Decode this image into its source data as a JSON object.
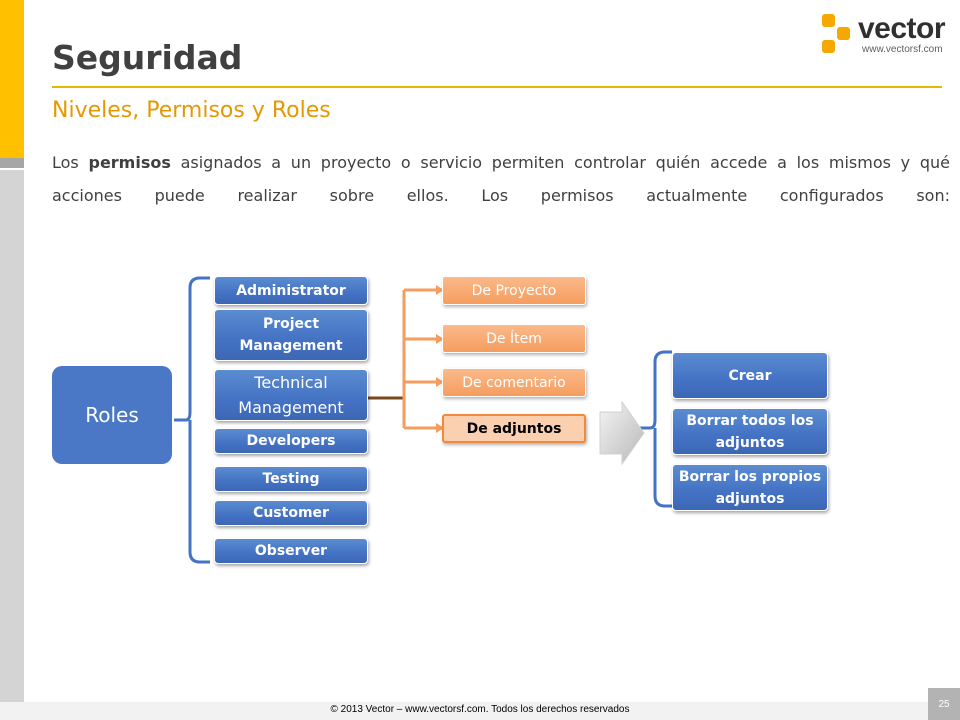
{
  "slide": {
    "title": "Seguridad",
    "subtitle": "Niveles, Permisos y Roles",
    "paragraph": {
      "part1": "Los ",
      "bold": "permisos",
      "part2": " asignados a un proyecto o servicio permiten controlar quién accede a los mismos y qué acciones puede realizar sobre ellos. Los permisos actualmente configurados son:"
    },
    "logo": {
      "word": "vector",
      "url": "www.vectorsf.com"
    },
    "footer": "© 2013 Vector – www.vectorsf.com. Todos los derechos reservados",
    "page_number": "25",
    "colors": {
      "accent_yellow": "#ffc000",
      "subtitle_orange": "#e69800",
      "role_blue": "#4472c4",
      "permission_orange": "#f59d5e"
    }
  },
  "diagram": {
    "root": "Roles",
    "roles": [
      "Administrator",
      "Project Management",
      "Technical Management",
      "Developers",
      "Testing",
      "Customer",
      "Observer"
    ],
    "permissions": [
      "De Proyecto",
      "De Ítem",
      "De comentario",
      "De adjuntos"
    ],
    "actions": [
      "Crear",
      "Borrar todos los adjuntos",
      "Borrar los propios adjuntos"
    ],
    "arrow_icon": "chevron-arrow-icon"
  }
}
